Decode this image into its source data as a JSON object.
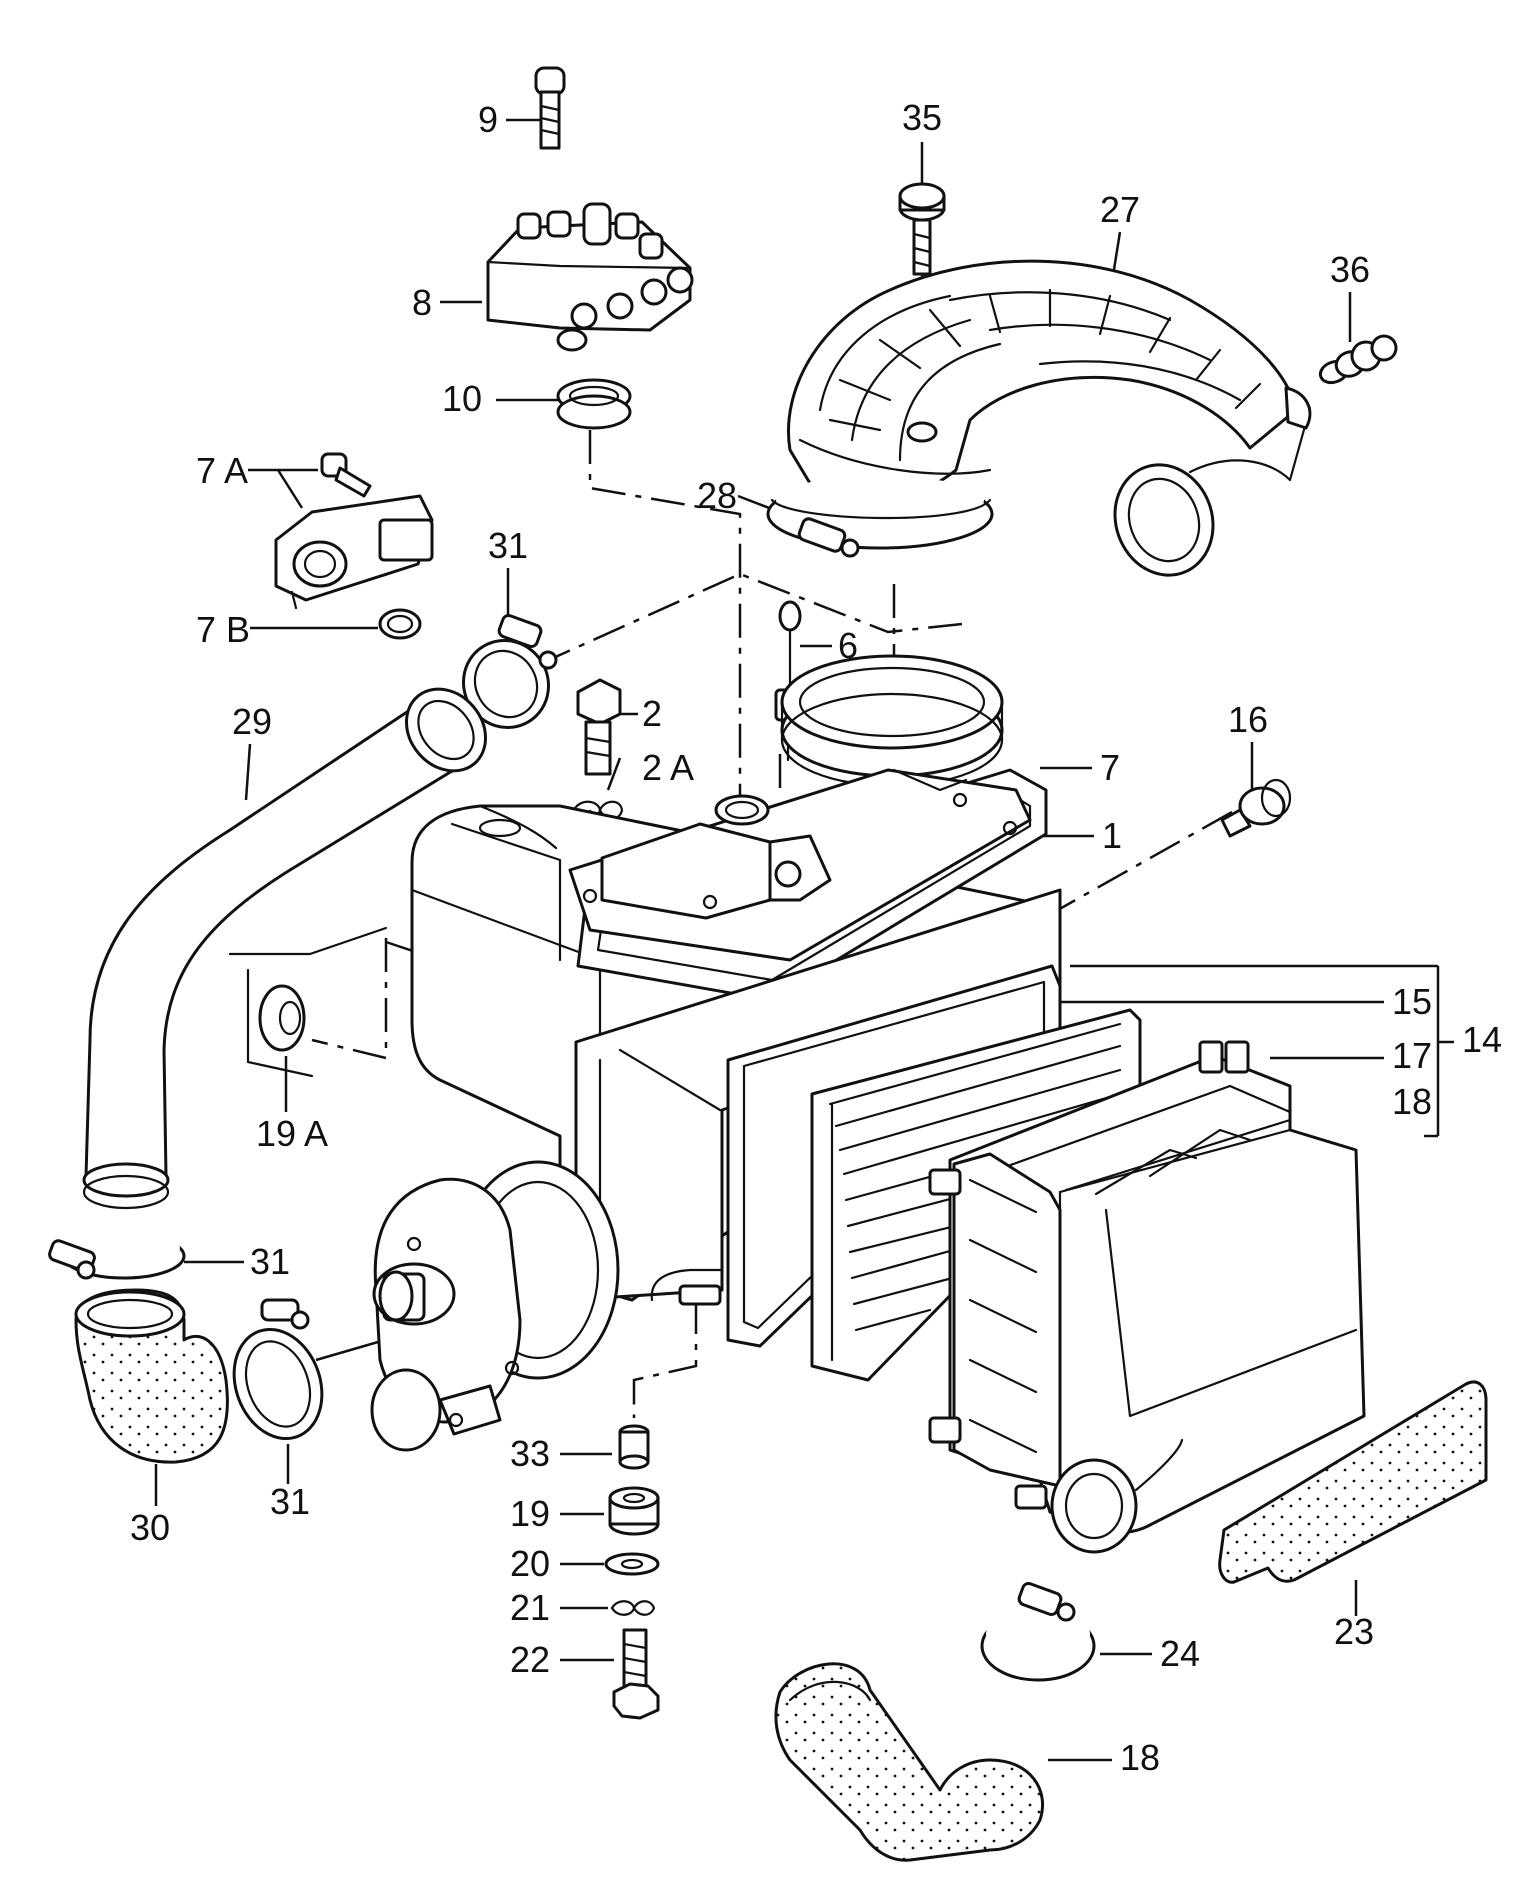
{
  "labels": {
    "l9": "9",
    "l8": "8",
    "l10": "10",
    "l7a": "7 A",
    "l7b": "7 B",
    "l35": "35",
    "l27": "27",
    "l36": "36",
    "l28": "28",
    "l31a": "31",
    "l6": "6",
    "l2": "2",
    "l2a": "2 A",
    "l29": "29",
    "l7": "7",
    "l16": "16",
    "l1": "1",
    "l15": "15",
    "l14": "14",
    "l17": "17",
    "l18a": "18",
    "l19a": "19 A",
    "l31b": "31",
    "l30": "30",
    "l31c": "31",
    "l33": "33",
    "l19": "19",
    "l20": "20",
    "l21": "21",
    "l22": "22",
    "l24": "24",
    "l23": "23",
    "l18b": "18"
  }
}
